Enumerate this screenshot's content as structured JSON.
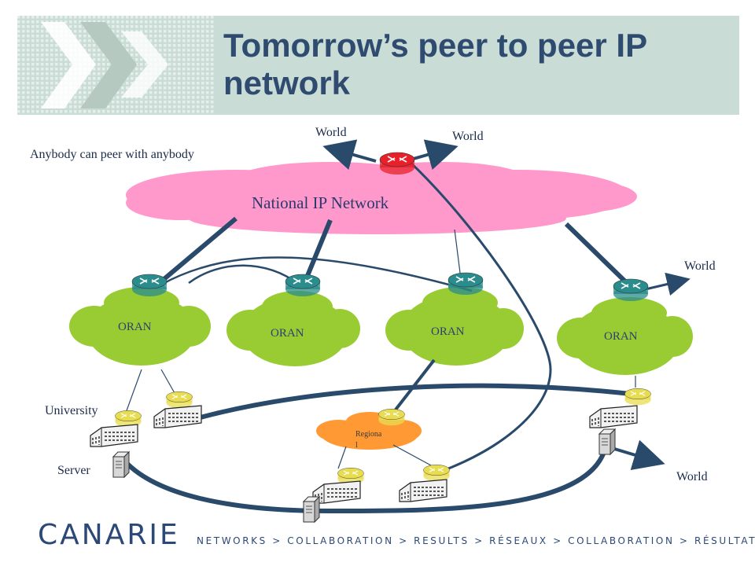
{
  "slide": {
    "title": "Tomorrow’s peer to peer IP network",
    "subtitle": "Anybody can peer with anybody"
  },
  "labels": {
    "world_top_left": "World",
    "world_top_right": "World",
    "world_right": "World",
    "world_bottom": "World",
    "national": "National IP Network",
    "oran": "ORAN",
    "university": "University",
    "server": "Server",
    "regional": "Regional"
  },
  "footer": {
    "logo": "CANARIE",
    "tagline": "NETWORKS > COLLABORATION > RESULTS > RÉSEAUX > COLLABORATION > RÉSULTATS"
  },
  "colors": {
    "national_cloud": "#ff99cc",
    "oran_cloud": "#99cc33",
    "regional_cloud": "#ff9933",
    "link": "#2a4a6b",
    "core_router": "#e8202a",
    "oran_router": "#2a8c8c",
    "campus_router": "#e8dc50"
  },
  "icons": [
    "router-icon",
    "building-icon",
    "server-icon",
    "arrow-icon",
    "cloud-icon"
  ]
}
